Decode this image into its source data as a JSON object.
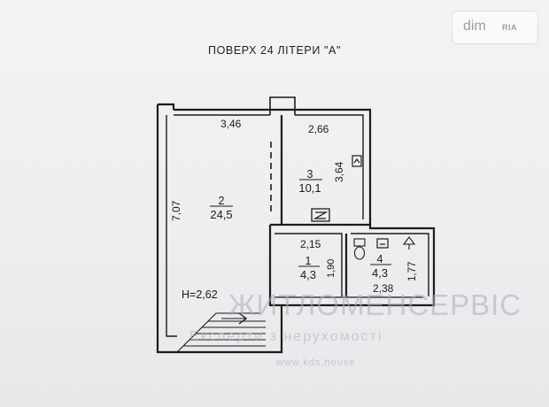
{
  "title": "ПОВЕРХ 24 ЛІТЕРИ \"А\"",
  "watermark": {
    "logo_dim": "dim",
    "logo_ria": "RIA",
    "brand": "ЖИТЛОМЕНСЕРВІС",
    "tagline": "Експерти з нерухомості",
    "site": "www.kds.house"
  },
  "rooms": [
    {
      "number": "2",
      "area": "24,5",
      "width": "3,46",
      "length": "7,07"
    },
    {
      "number": "3",
      "area": "10,1",
      "width": "2,66",
      "length": "3,64"
    },
    {
      "number": "1",
      "area": "4,3",
      "width": "2,15",
      "length": "1,90"
    },
    {
      "number": "4",
      "area": "4,3",
      "width": "2,38",
      "length": "1,77"
    }
  ],
  "ceiling_height": "H=2,62",
  "colors": {
    "line": "#1b1b1b",
    "paper": "#eceef0",
    "watermark": "#aab0b5"
  },
  "icons": [
    "stairs-icon",
    "ventilation-shaft-icon",
    "electrical-outlet-icon",
    "toilet-icon",
    "sink-icon",
    "water-heater-icon"
  ]
}
